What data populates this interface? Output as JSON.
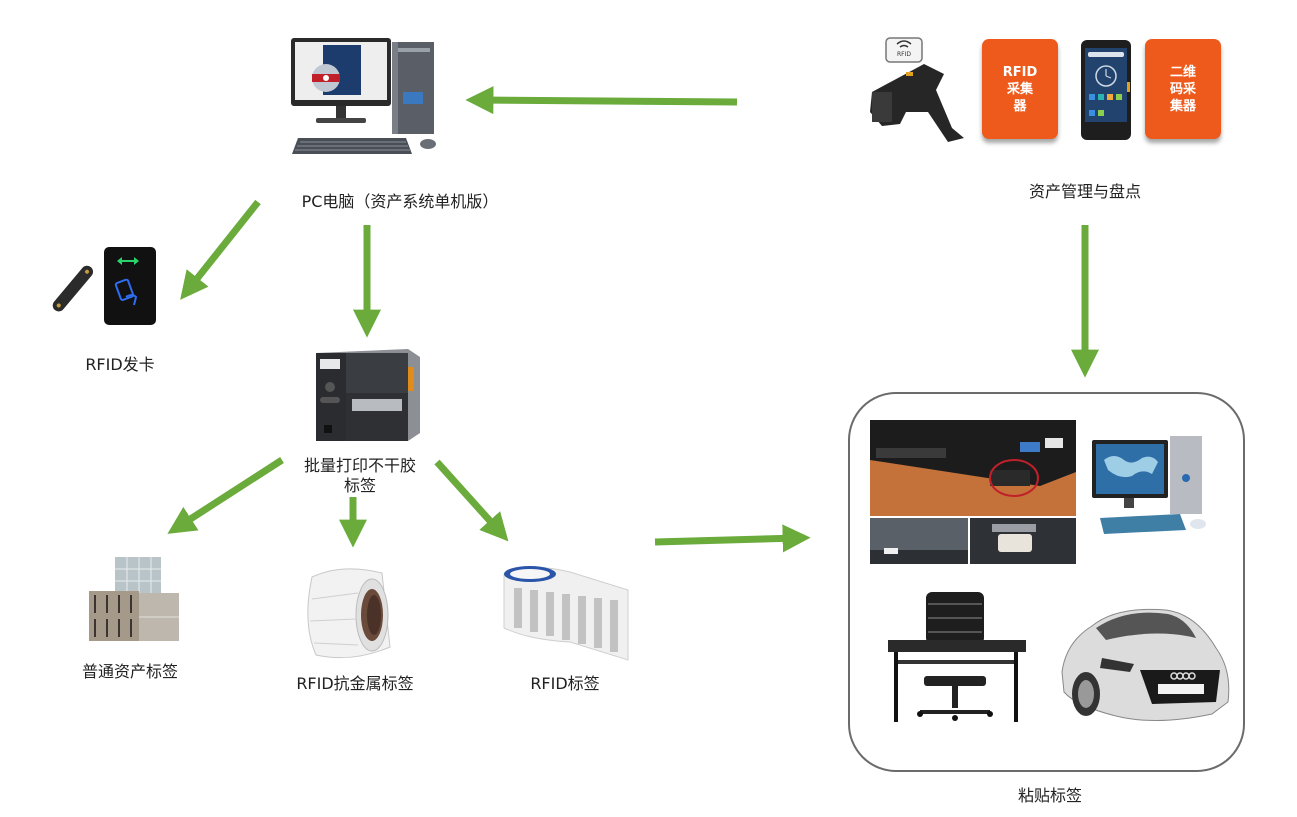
{
  "diagram": {
    "nodes": {
      "pc": {
        "label": "PC电脑（资产系统单机版）",
        "icon": "desktop-computer-icon"
      },
      "inventory": {
        "label": "资产管理与盘点",
        "cards": [
          "RFID\n采集\n器",
          "二维\n码采\n集器"
        ],
        "card_color": "#ee5a1c",
        "scanner_badge": "RFID"
      },
      "rfid_issuer": {
        "label": "RFID发卡",
        "icon": "rfid-card-reader-icon"
      },
      "printer": {
        "label_line1": "批量打印不干胶",
        "label_line2": "标签",
        "icon": "label-printer-icon"
      },
      "plain_labels": {
        "label": "普通资产标签",
        "icon": "label-rolls-icon"
      },
      "metal_labels": {
        "label": "RFID抗金属标签",
        "icon": "anti-metal-label-roll-icon"
      },
      "rfid_labels": {
        "label": "RFID标签",
        "icon": "rfid-label-strip-icon"
      },
      "attach": {
        "label": "粘贴标签",
        "items": [
          "laptop",
          "desktop",
          "office-desk",
          "car"
        ]
      }
    },
    "arrow_color": "#6aab3c",
    "box_border_color": "#6b6b6b"
  }
}
